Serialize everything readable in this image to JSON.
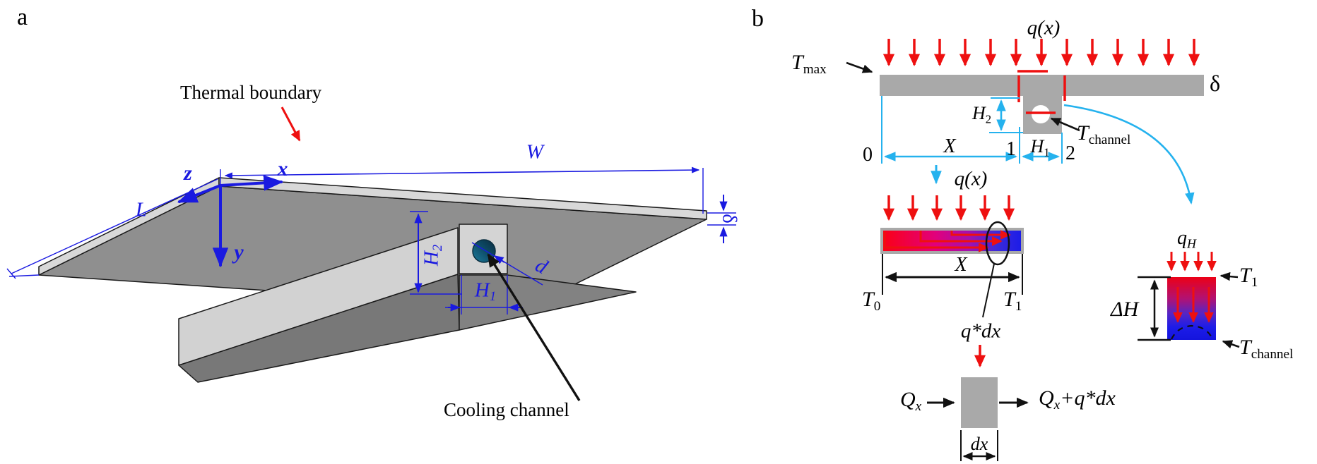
{
  "panel_a": {
    "label": "a",
    "thermal_boundary_label": "Thermal boundary",
    "cooling_channel_label": "Cooling channel",
    "dim_L": "L",
    "dim_W": "W",
    "dim_H1_base": "H",
    "dim_H1_sub": "1",
    "dim_H2_base": "H",
    "dim_H2_sub": "2",
    "dim_d": "d",
    "dim_delta": "δ",
    "axis_x": "x",
    "axis_y": "y",
    "axis_z": "z"
  },
  "panel_b": {
    "label": "b",
    "heat_flux_top": "q(x)",
    "heat_flux_mid": "q(x)",
    "t_max_base": "T",
    "t_max_sub": "max",
    "dim_delta": "δ",
    "dim_H2_base": "H",
    "dim_H2_sub": "2",
    "dim_H1_base": "H",
    "dim_H1_sub": "1",
    "t_channel_top_base": "T",
    "t_channel_top_sub": "channel",
    "node_0": "0",
    "node_1": "1",
    "node_2": "2",
    "dim_X_top": "X",
    "dim_X_mid": "X",
    "t0_base": "T",
    "t0_sub": "0",
    "t1_base": "T",
    "t1_sub": "1",
    "q_star_dx": "q*dx",
    "q_in_base": "Q",
    "q_in_sub": "x",
    "q_out_base": "Q",
    "q_out_sub": "x",
    "q_out_tail": "+q*dx",
    "dim_dx": "dx",
    "q_H_base": "q",
    "q_H_sub": "H",
    "dim_delta_H": "ΔH",
    "t1_right_base": "T",
    "t1_right_sub": "1",
    "t_channel_right_base": "T",
    "t_channel_right_sub": "channel"
  },
  "colors": {
    "dimension_blue": "#1a1ae0",
    "heat_red": "#ee1010",
    "cool_cyan": "#25b2ee",
    "plate_gray": "#a9a9a9",
    "hot_color": "#fb0016",
    "cold_color": "#1c1ce8"
  }
}
